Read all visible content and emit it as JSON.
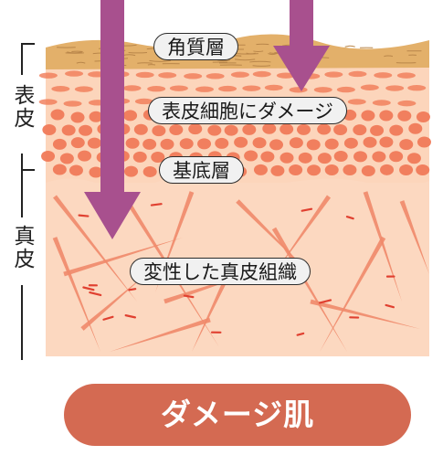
{
  "labels": {
    "stratum_corneum": "角質層",
    "epidermal_cells": "表皮細胞にダメージ",
    "basal_layer": "基底層",
    "dermis_damage": "変性した真皮組織"
  },
  "side_labels": {
    "epidermis": "表皮",
    "dermis": "真皮"
  },
  "title": "ダメージ肌",
  "colors": {
    "stratum_corneum": "#e3b06a",
    "epidermis_bg": "#fcd5bb",
    "epidermis_cell": "#f07a58",
    "dermis_bg": "#fcd8c0",
    "fiber": "#f08a6a",
    "damage_mark": "#e04030",
    "arrow": "#a8508e",
    "title_pill": "#d46a52"
  }
}
